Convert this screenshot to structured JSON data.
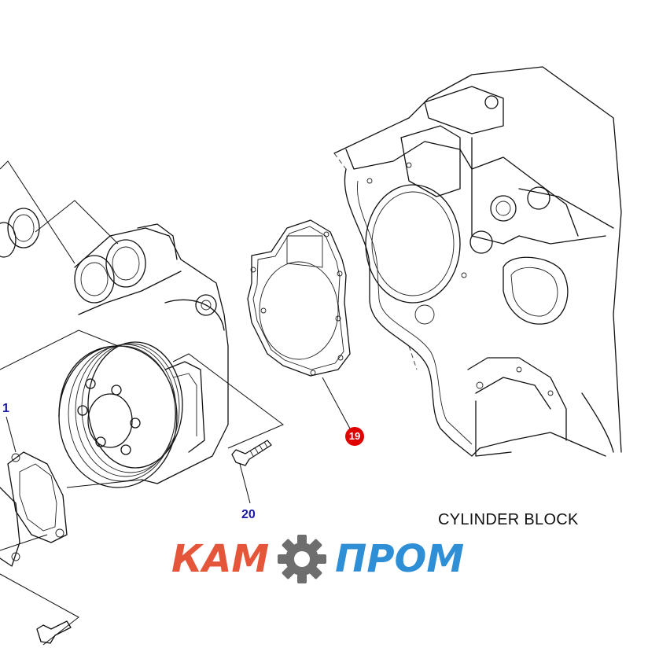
{
  "callouts": {
    "part_1": "1",
    "part_19": "19",
    "part_20": "20"
  },
  "labels": {
    "cylinder_block": "CYLINDER BLOCK"
  },
  "watermark": {
    "left_text": "КАМ",
    "right_text": "ПРОМ",
    "left_color": "#e4553a",
    "right_color": "#2e8ed6",
    "icon": "gear-icon"
  },
  "colors": {
    "callout_blue": "#1a1aa8",
    "callout_red": "#e00000"
  }
}
